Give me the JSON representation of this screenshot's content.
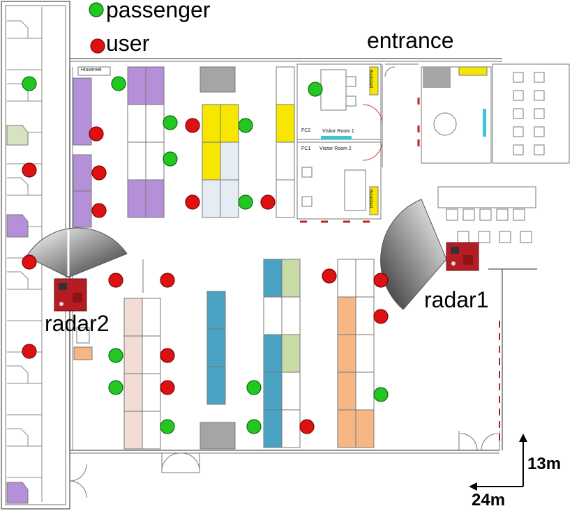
{
  "legend": {
    "passenger_label": "passenger",
    "user_label": "user",
    "passenger_color": "#22c722",
    "user_color": "#dd1111"
  },
  "labels": {
    "entrance": "entrance",
    "radar1": "radar1",
    "radar2": "radar2",
    "scale_vertical": "13m",
    "scale_horizontal": "24m"
  },
  "room_labels": {
    "hiosereel": "Hiosereel",
    "fc2": "FC2",
    "fc1": "FC1",
    "visitor_room_1": "Visitor Room 1",
    "visitor_room_2": "Visitor Room 2",
    "bookshelf_top": "Bookshelf",
    "bookshelf_bottom": "Bookshelf"
  },
  "colors": {
    "purple": "#b58fd8",
    "yellow": "#f7e600",
    "pale_blue": "#e6ecf4",
    "teal": "#4aa3c3",
    "sage": "#c9dca8",
    "pink": "#f1dcd6",
    "orange": "#f6b785",
    "gray": "#a5a5a5",
    "cyan": "#36c6d8"
  }
}
